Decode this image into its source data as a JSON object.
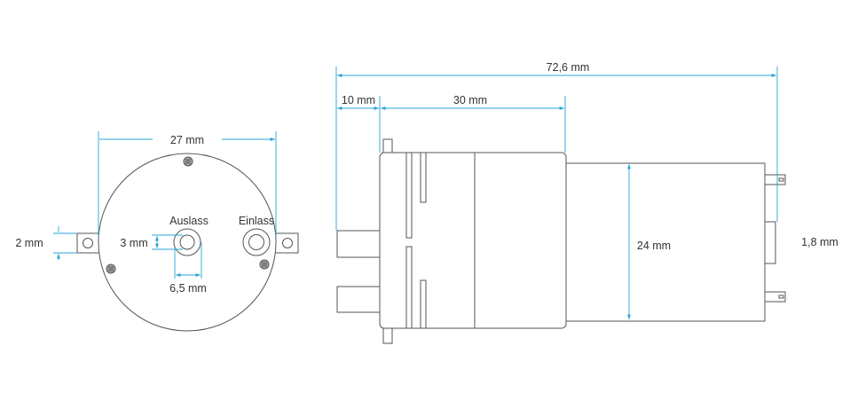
{
  "front_view": {
    "width_dim": "27 mm",
    "tab_dim": "2 mm",
    "bore_dim": "3 mm",
    "port_dim": "6,5 mm",
    "outlet_label": "Auslass",
    "inlet_label": "Einlass"
  },
  "side_view": {
    "total_length": "72,6 mm",
    "port_length": "10 mm",
    "pump_length": "30 mm",
    "motor_diameter": "24 mm",
    "terminal_dim": "1,8 mm"
  },
  "colors": {
    "dimension": "#2aa3d8",
    "outline": "#555555"
  }
}
